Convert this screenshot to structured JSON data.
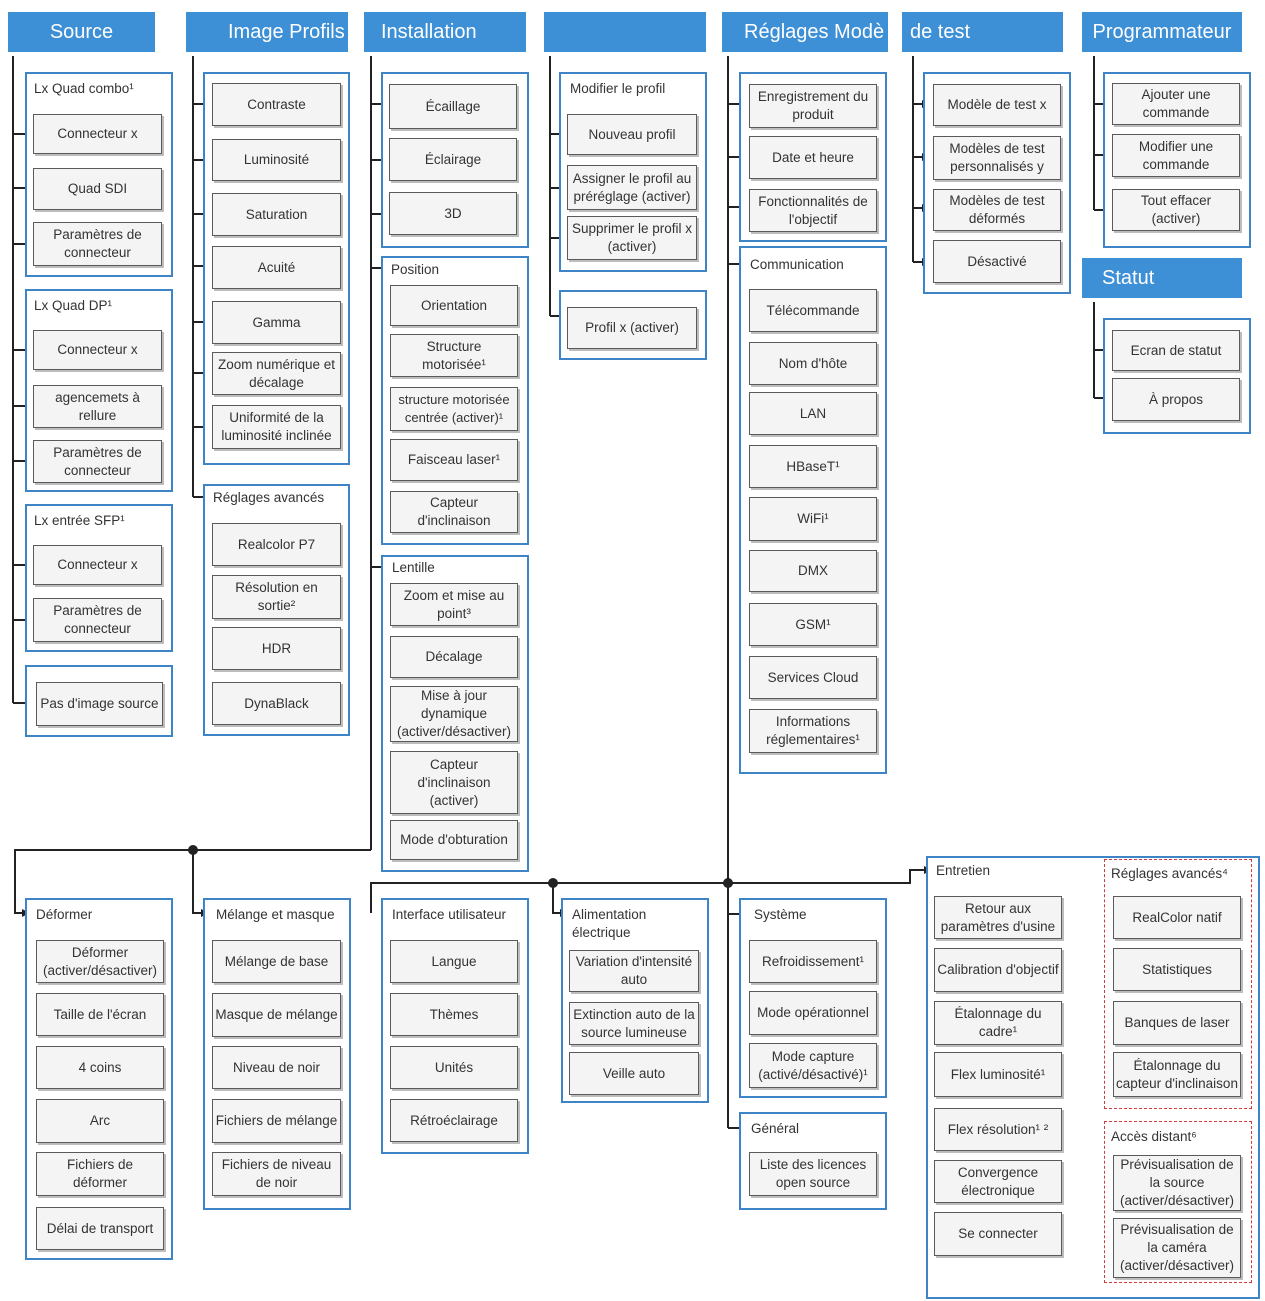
{
  "headers": {
    "source": "Source",
    "image_profils": "Image Profils",
    "installation": "Installation",
    "blank": "",
    "reglages": "Réglages Modè",
    "test": "de test",
    "programmateur": "Programmateur",
    "statut": "Statut"
  },
  "source": {
    "lx_quad_combo": "Lx Quad combo¹",
    "combo_connecteur": "Connecteur x",
    "combo_quad_sdi": "Quad SDI",
    "combo_parametres": "Paramètres de connecteur",
    "lx_quad_dp": "Lx Quad DP¹",
    "dp_connecteur": "Connecteur x",
    "dp_agencements": "agencemets à rellure",
    "dp_parametres": "Paramètres de connecteur",
    "lx_sfp": "Lx entrée SFP¹",
    "sfp_connecteur": "Connecteur x",
    "sfp_parametres": "Paramètres de connecteur",
    "pas_image": "Pas d'image source"
  },
  "image_profils": {
    "contraste": "Contraste",
    "luminosite": "Luminosité",
    "saturation": "Saturation",
    "acuite": "Acuité",
    "gamma": "Gamma",
    "zoom": "Zoom numérique et décalage",
    "uniformite": "Uniformité de la luminosité inclinée",
    "reglages_avances": "Réglages avancés",
    "realcolor": "Realcolor P7",
    "resolution": "Résolution en sortie²",
    "hdr": "HDR",
    "dynablack": "DynaBlack"
  },
  "installation": {
    "ecaillage": "Écaillage",
    "eclairage": "Éclairage",
    "3d": "3D",
    "position": "Position",
    "orientation": "Orientation",
    "structure": "Structure motorisée¹",
    "structure_centree": "structure motorisée centrée (activer)¹",
    "faisceau": "Faisceau laser¹",
    "capteur": "Capteur d'inclinaison",
    "lentille": "Lentille",
    "zoom": "Zoom et mise au point³",
    "decalage": "Décalage",
    "mise_a_jour": "Mise à jour dynamique (activer/désactiver)",
    "capteur_activer": "Capteur d'inclinaison (activer)",
    "obturation": "Mode d'obturation"
  },
  "profils": {
    "modifier": "Modifier le profil",
    "nouveau": "Nouveau profil",
    "assigner": "Assigner le profil au préréglage (activer)",
    "supprimer": "Supprimer le profil x (activer)",
    "profil_x": "Profil x (activer)"
  },
  "reglages": {
    "enregistrement": "Enregistrement du produit",
    "date": "Date et heure",
    "fonctionnalites": "Fonctionnalités de l'objectif",
    "communication": "Communication",
    "telecommande": "Télécommande",
    "nom_hote": "Nom d'hôte",
    "lan": "LAN",
    "hbaset": "HBaseT¹",
    "wifi": "WiFi¹",
    "dmx": "DMX",
    "gsm": "GSM¹",
    "cloud": "Services Cloud",
    "informations": "Informations réglementaires¹"
  },
  "modeles": {
    "modele_x": "Modèle de test x",
    "personnalises": "Modèles de test personnalisés y",
    "deformes": "Modèles de test déformés",
    "desactive": "Désactivé"
  },
  "programmateur": {
    "ajouter": "Ajouter une commande",
    "modifier": "Modifier une commande",
    "effacer": "Tout effacer (activer)"
  },
  "statut": {
    "ecran": "Ecran de statut",
    "apropos": "À propos"
  },
  "deformer": {
    "title": "Déformer",
    "activer": "Déformer (activer/désactiver)",
    "taille": "Taille de l'écran",
    "coins": "4 coins",
    "arc": "Arc",
    "fichiers": "Fichiers de déformer",
    "delai": "Délai de transport"
  },
  "melange": {
    "title": "Mélange et masque",
    "base": "Mélange de base",
    "masque": "Masque de mélange",
    "niveau": "Niveau de noir",
    "fichiers": "Fichiers de mélange",
    "fichiers_noir": "Fichiers de niveau de noir"
  },
  "interface": {
    "title": "Interface utilisateur",
    "langue": "Langue",
    "themes": "Thèmes",
    "unites": "Unités",
    "retro": "Rétroéclairage"
  },
  "alimentation": {
    "title": "Alimentation électrique",
    "variation": "Variation d'intensité auto",
    "extinction": "Extinction auto de la source lumineuse",
    "veille": "Veille auto"
  },
  "systeme": {
    "title": "Système",
    "refroidissement": "Refroidissement¹",
    "mode_op": "Mode opérationnel",
    "mode_capture": "Mode capture (activé/désactivé)¹"
  },
  "general": {
    "title": "Général",
    "licences": "Liste des licences open source"
  },
  "entretien": {
    "title": "Entretien",
    "retour": "Retour aux paramètres d'usine",
    "calibration": "Calibration d'objectif",
    "etalonnage_cadre": "Étalonnage du cadre¹",
    "flex_lum": "Flex luminosité¹",
    "flex_res": "Flex résolution¹ ²",
    "convergence": "Convergence électronique",
    "connecter": "Se connecter",
    "reglages_avances": "Réglages avancés⁴",
    "realcolor": "RealColor natif",
    "statistiques": "Statistiques",
    "banques": "Banques de laser",
    "etalonnage_capteur": "Étalonnage du capteur d'inclinaison",
    "acces": "Accès distant⁶",
    "previsualisation_source": "Prévisualisation de la source (activer/désactiver)",
    "previsualisation_camera": "Prévisualisation de la caméra (activer/désactiver)"
  }
}
